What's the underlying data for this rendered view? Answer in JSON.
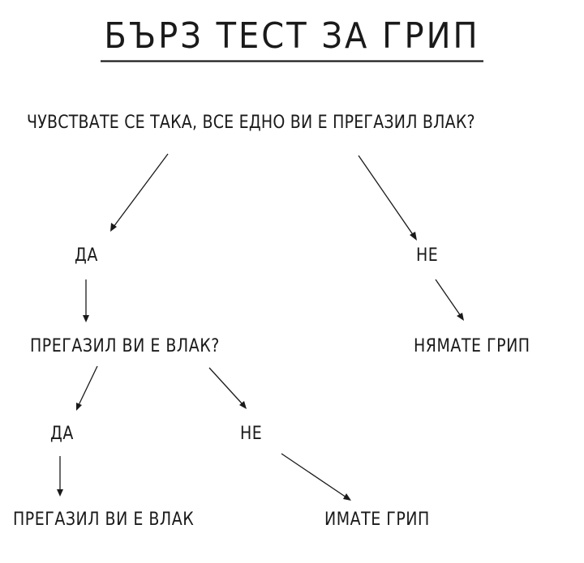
{
  "title": "БЪРЗ ТЕСТ ЗА ГРИП",
  "nodes": {
    "question_1": "ЧУВСТВАТЕ СЕ ТАКА, ВСЕ ЕДНО ВИ Е ПРЕГАЗИЛ ВЛАК?",
    "answer_yes_1": "ДА",
    "answer_no_1": "НЕ",
    "question_2": "ПРЕГАЗИЛ ВИ Е ВЛАК?",
    "result_no_flu": "НЯМАТЕ ГРИП",
    "answer_yes_2": "ДА",
    "answer_no_2": "НЕ",
    "result_train": "ПРЕГАЗИЛ ВИ Е ВЛАК",
    "result_flu": "ИМАТЕ ГРИП"
  },
  "edges": [
    {
      "from": "question_1",
      "to": "answer_yes_1"
    },
    {
      "from": "question_1",
      "to": "answer_no_1"
    },
    {
      "from": "answer_yes_1",
      "to": "question_2"
    },
    {
      "from": "answer_no_1",
      "to": "result_no_flu"
    },
    {
      "from": "question_2",
      "to": "answer_yes_2"
    },
    {
      "from": "question_2",
      "to": "answer_no_2"
    },
    {
      "from": "answer_yes_2",
      "to": "result_train"
    },
    {
      "from": "answer_no_2",
      "to": "result_flu"
    }
  ]
}
